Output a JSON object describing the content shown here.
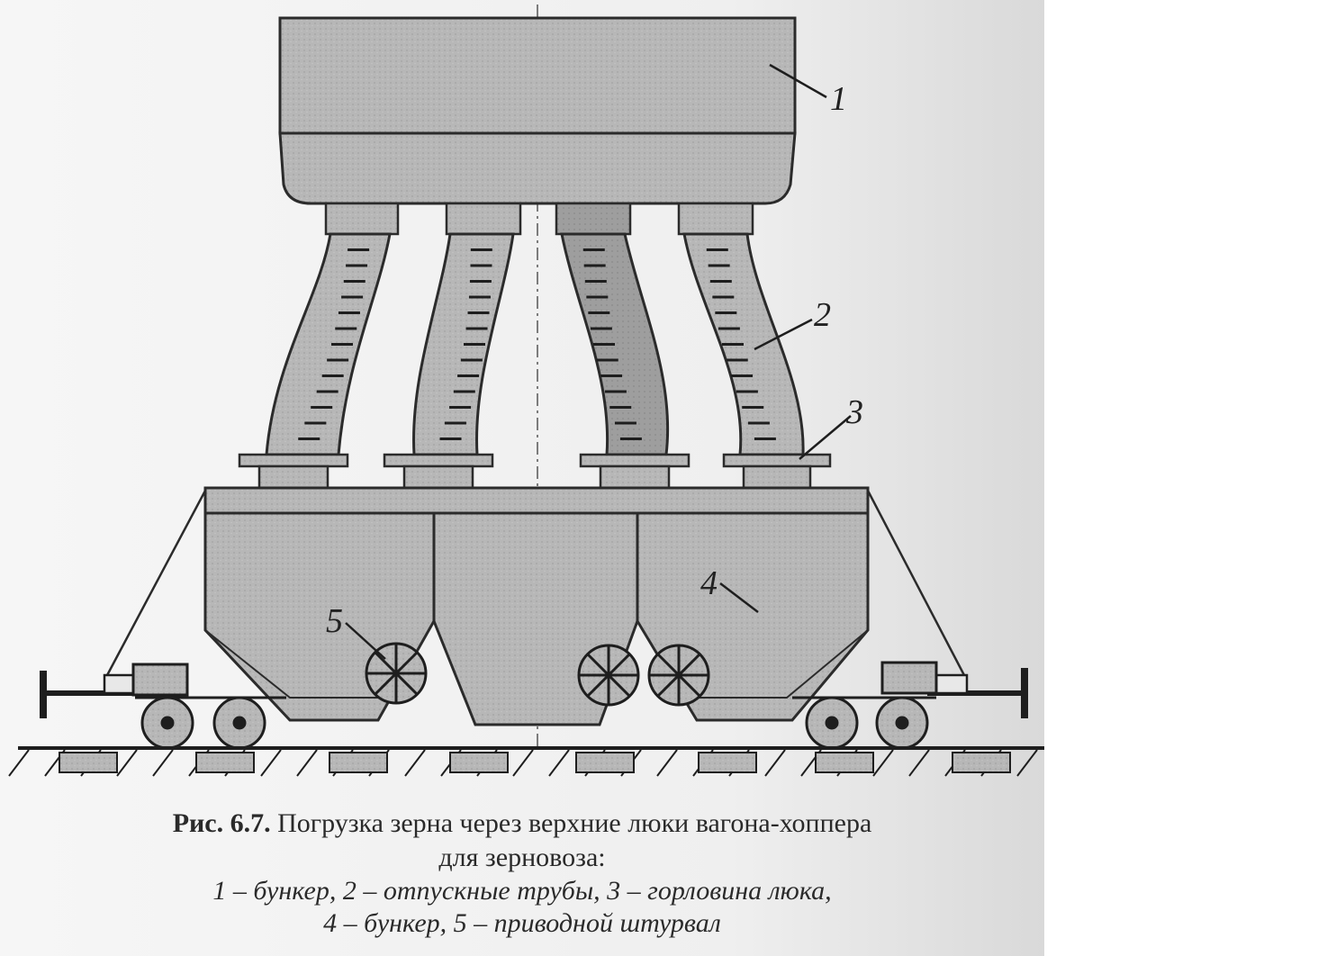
{
  "figure": {
    "callouts": [
      {
        "id": "1",
        "label": "1"
      },
      {
        "id": "2",
        "label": "2"
      },
      {
        "id": "3",
        "label": "3"
      },
      {
        "id": "4",
        "label": "4"
      },
      {
        "id": "5",
        "label": "5"
      }
    ]
  },
  "caption": {
    "label": "Рис. 6.7.",
    "title_line1": "Погрузка зерна через верхние люки вагона-хоппера",
    "title_line2": "для зерновоза:",
    "legend_line1": "1 – бункер, 2 – отпускные трубы, 3 – горловина люка,",
    "legend_line2": "4 – бункер, 5 – приводной штурвал"
  },
  "colors": {
    "fill": "#b5b5b5",
    "fill_dark": "#9a9a9a",
    "stroke": "#2b2b2b"
  }
}
